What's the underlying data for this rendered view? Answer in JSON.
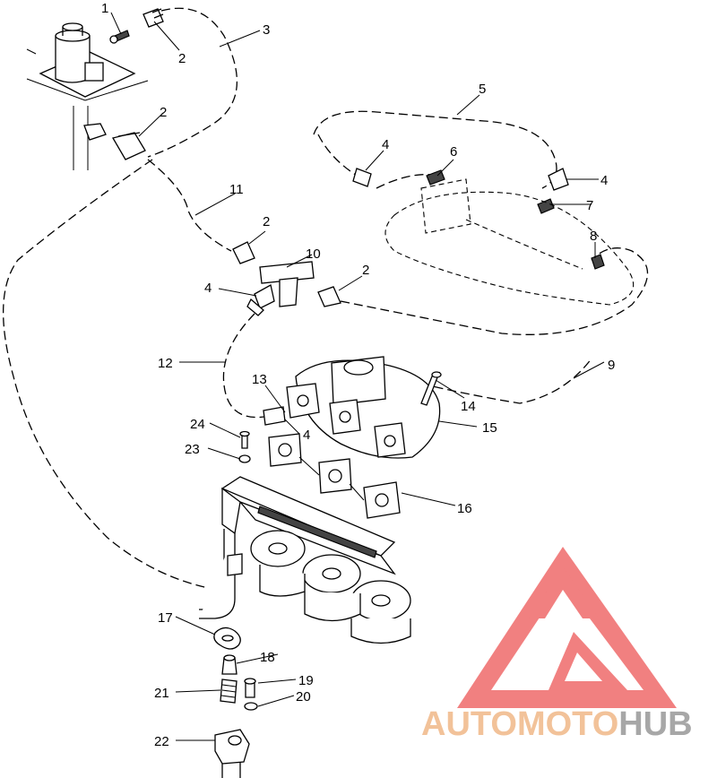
{
  "callouts": [
    {
      "id": "1",
      "text": "1"
    },
    {
      "id": "2a",
      "text": "2"
    },
    {
      "id": "3",
      "text": "3"
    },
    {
      "id": "2b",
      "text": "2"
    },
    {
      "id": "5",
      "text": "5"
    },
    {
      "id": "4a",
      "text": "4"
    },
    {
      "id": "6",
      "text": "6"
    },
    {
      "id": "4b",
      "text": "4"
    },
    {
      "id": "7",
      "text": "7"
    },
    {
      "id": "11",
      "text": "11"
    },
    {
      "id": "2c",
      "text": "2"
    },
    {
      "id": "8",
      "text": "8"
    },
    {
      "id": "10",
      "text": "10"
    },
    {
      "id": "2d",
      "text": "2"
    },
    {
      "id": "4c",
      "text": "4"
    },
    {
      "id": "12",
      "text": "12"
    },
    {
      "id": "9",
      "text": "9"
    },
    {
      "id": "13",
      "text": "13"
    },
    {
      "id": "14",
      "text": "14"
    },
    {
      "id": "15",
      "text": "15"
    },
    {
      "id": "24",
      "text": "24"
    },
    {
      "id": "4d",
      "text": "4"
    },
    {
      "id": "23",
      "text": "23"
    },
    {
      "id": "16",
      "text": "16"
    },
    {
      "id": "17",
      "text": "17"
    },
    {
      "id": "18",
      "text": "18"
    },
    {
      "id": "19",
      "text": "19"
    },
    {
      "id": "21",
      "text": "21"
    },
    {
      "id": "20",
      "text": "20"
    },
    {
      "id": "22",
      "text": "22"
    }
  ],
  "watermark": {
    "part1": "AUTOMOTO",
    "part2": "HUB",
    "color1": "#f2c299",
    "color2": "#a7a7a7",
    "logo_color": "#ef6a6a"
  }
}
